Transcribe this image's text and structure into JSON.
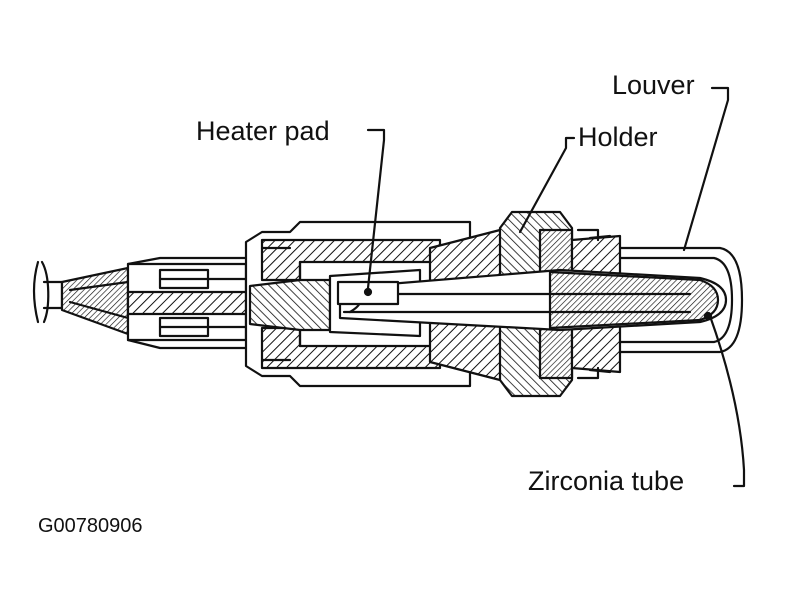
{
  "labels": {
    "louver": "Louver",
    "holder": "Holder",
    "heater_pad": "Heater pad",
    "zirconia_tube": "Zirconia tube"
  },
  "figure_code": "G00780906",
  "colors": {
    "ink": "#111111",
    "background": "#ffffff"
  }
}
